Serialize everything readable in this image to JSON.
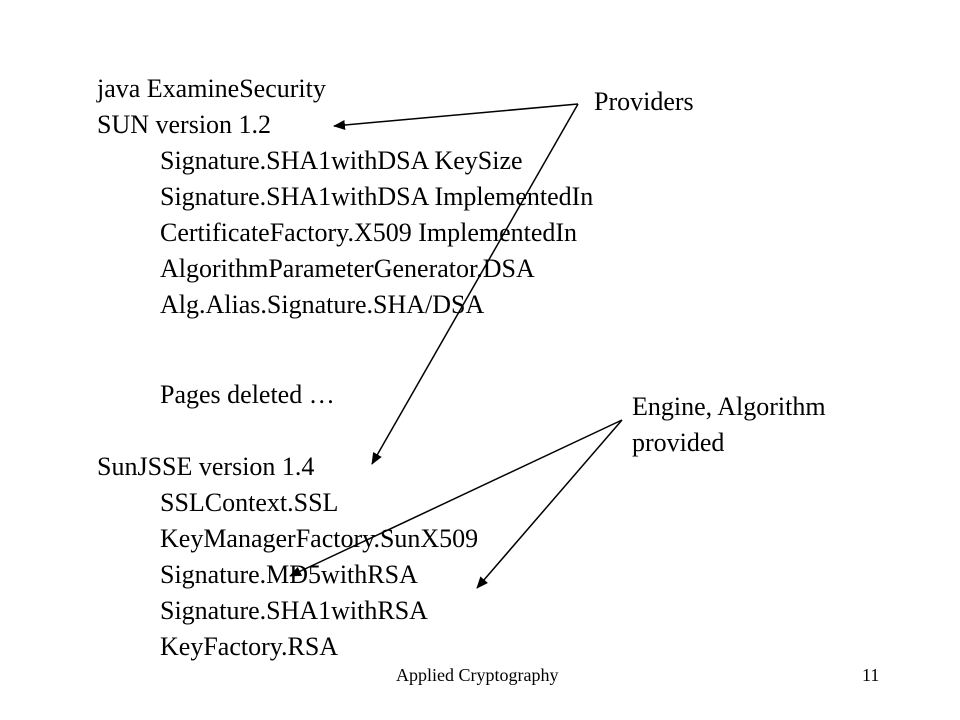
{
  "slide": {
    "lines": [
      "java ExamineSecurity",
      "SUN version 1.2",
      "Signature.SHA1withDSA KeySize",
      "Signature.SHA1withDSA ImplementedIn",
      "CertificateFactory.X509 ImplementedIn",
      "AlgorithmParameterGenerator.DSA",
      "Alg.Alias.Signature.SHA/DSA",
      "Pages deleted …",
      "SunJSSE version 1.4",
      "SSLContext.SSL",
      "KeyManagerFactory.SunX509",
      "Signature.MD5withRSA",
      "Signature.SHA1withRSA",
      "KeyFactory.RSA"
    ],
    "callouts": {
      "providers": "Providers",
      "engine_line1": "Engine, Algorithm",
      "engine_line2": "provided"
    },
    "footer": {
      "title": "Applied Cryptography",
      "page_number": "11"
    }
  }
}
